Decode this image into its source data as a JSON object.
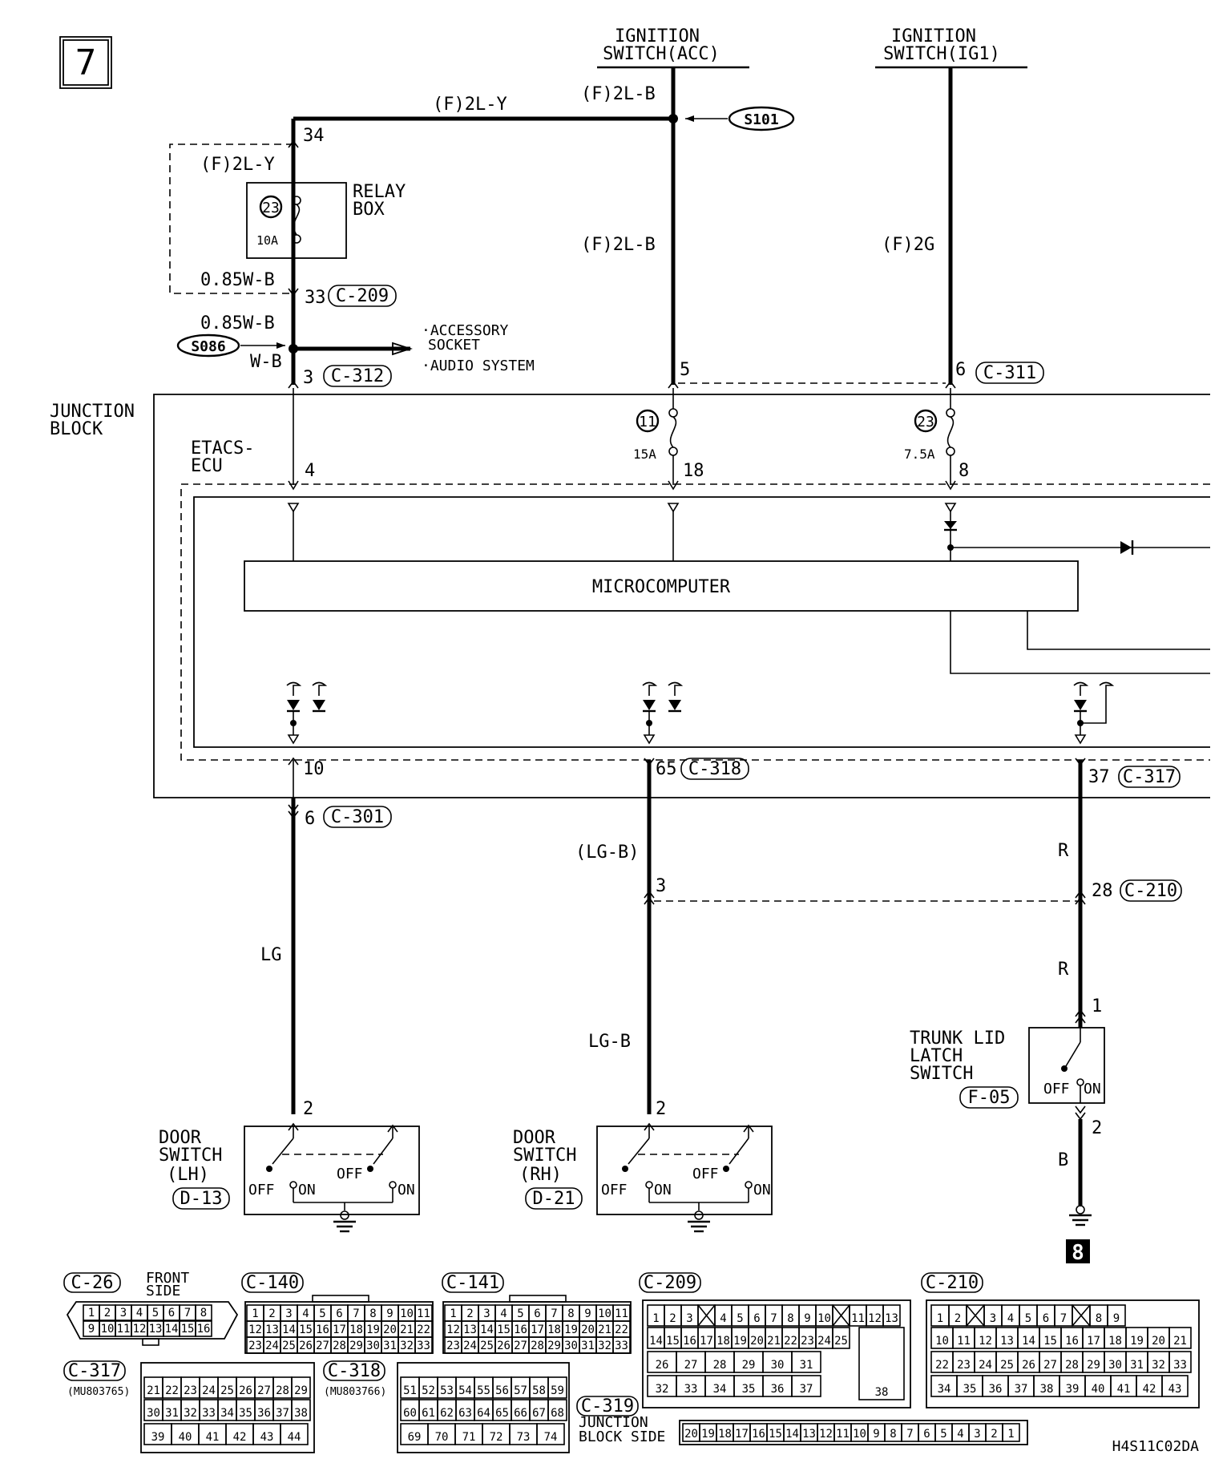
{
  "page_number": "7",
  "continue_marker": "8",
  "diagram_code": "H4S11C02DA",
  "sources": {
    "ign_acc_line1": "IGNITION",
    "ign_acc_line2": "SWITCH(ACC)",
    "ign_ig1_line1": "IGNITION",
    "ign_ig1_line2": "SWITCH(IG1)"
  },
  "wires": {
    "f2ly_top": "(F)2L-Y",
    "f2ly_loop": "(F)2L-Y",
    "f2lb_top": "(F)2L-B",
    "f2lb_mid": "(F)2L-B",
    "f2g": "(F)2G",
    "w085_a": "0.85W-B",
    "w085_b": "0.85W-B",
    "wb": "W-B",
    "lg": "LG",
    "lgb_paren": "(LG-B)",
    "lgb": "LG-B",
    "r1": "R",
    "r2": "R",
    "b": "B"
  },
  "splices": {
    "s101": "S101",
    "s086": "S086"
  },
  "relay_box": {
    "line1": "RELAY",
    "line2": "BOX",
    "fuse_no": "23",
    "rating": "10A"
  },
  "fuses": [
    {
      "no": "11",
      "rating": "15A"
    },
    {
      "no": "23",
      "rating": "7.5A"
    }
  ],
  "accessory": {
    "line1": "·ACCESSORY",
    "line2": "SOCKET",
    "line3": "·AUDIO SYSTEM"
  },
  "junction_block": {
    "line1": "JUNCTION",
    "line2": "BLOCK"
  },
  "etacs": {
    "line1": "ETACS-",
    "line2": "ECU"
  },
  "microcomputer": "MICROCOMPUTER",
  "pins": {
    "p34": "34",
    "p33": "33",
    "p3a": "3",
    "p5": "5",
    "p6a": "6",
    "p4": "4",
    "p18": "18",
    "p8": "8",
    "p10": "10",
    "p65": "65",
    "p37": "37",
    "p6b": "6",
    "p3b": "3",
    "p28": "28",
    "p1": "1",
    "p2a": "2",
    "p2b": "2",
    "p2c": "2"
  },
  "connectors": {
    "c209": "C-209",
    "c312": "C-312",
    "c311": "C-311",
    "c318": "C-318",
    "c317": "C-317",
    "c301": "C-301",
    "c210": "C-210",
    "f05": "F-05",
    "d13": "D-13",
    "d21": "D-21"
  },
  "trunk": {
    "line1": "TRUNK LID",
    "line2": "LATCH",
    "line3": "SWITCH",
    "off": "OFF",
    "on": "ON"
  },
  "door_lh": {
    "line1": "DOOR",
    "line2": "SWITCH",
    "line3": "(LH)",
    "off1": "OFF",
    "on1": "ON",
    "off2": "OFF",
    "on2": "ON"
  },
  "door_rh": {
    "line1": "DOOR",
    "line2": "SWITCH",
    "line3": "(RH)",
    "off1": "OFF",
    "on1": "ON",
    "off2": "OFF",
    "on2": "ON"
  },
  "views": {
    "c26": {
      "name": "C-26",
      "note1": "FRONT",
      "note2": "SIDE",
      "row1": [
        "1",
        "2",
        "3",
        "4",
        "5",
        "6",
        "7",
        "8"
      ],
      "row2": [
        "9",
        "10",
        "11",
        "12",
        "13",
        "14",
        "15",
        "16"
      ]
    },
    "c140": {
      "name": "C-140",
      "row1": [
        "1",
        "2",
        "3",
        "4",
        "5",
        "6",
        "7",
        "8",
        "9",
        "10",
        "11"
      ],
      "row2": [
        "12",
        "13",
        "14",
        "15",
        "16",
        "17",
        "18",
        "19",
        "20",
        "21",
        "22"
      ],
      "row3": [
        "23",
        "24",
        "25",
        "26",
        "27",
        "28",
        "29",
        "30",
        "31",
        "32",
        "33"
      ]
    },
    "c141": {
      "name": "C-141",
      "row1": [
        "1",
        "2",
        "3",
        "4",
        "5",
        "6",
        "7",
        "8",
        "9",
        "10",
        "11"
      ],
      "row2": [
        "12",
        "13",
        "14",
        "15",
        "16",
        "17",
        "18",
        "19",
        "20",
        "21",
        "22"
      ],
      "row3": [
        "23",
        "24",
        "25",
        "26",
        "27",
        "28",
        "29",
        "30",
        "31",
        "32",
        "33"
      ]
    },
    "c209": {
      "name": "C-209",
      "row1": [
        "1",
        "2",
        "3",
        "",
        "4",
        "5",
        "6",
        "7",
        "8",
        "9",
        "10",
        "",
        "11",
        "12",
        "13"
      ],
      "row2": [
        "14",
        "15",
        "16",
        "17",
        "18",
        "19",
        "20",
        "21",
        "22",
        "23",
        "24",
        "25"
      ],
      "row3": [
        "26",
        "27",
        "28",
        "29",
        "30",
        "31"
      ],
      "row4": [
        "32",
        "33",
        "34",
        "35",
        "36",
        "37"
      ],
      "big": "38"
    },
    "c210": {
      "name": "C-210",
      "row1": [
        "1",
        "2",
        "",
        "3",
        "4",
        "5",
        "6",
        "7",
        "",
        "8",
        "9"
      ],
      "row2": [
        "10",
        "11",
        "12",
        "13",
        "14",
        "15",
        "16",
        "17",
        "18",
        "19",
        "20",
        "21"
      ],
      "row3": [
        "22",
        "23",
        "24",
        "25",
        "26",
        "27",
        "28",
        "29",
        "30",
        "31",
        "32",
        "33"
      ],
      "row4": [
        "34",
        "35",
        "36",
        "37",
        "38",
        "39",
        "40",
        "41",
        "42",
        "43"
      ]
    },
    "c317": {
      "name": "C-317",
      "part": "(MU803765)",
      "row1": [
        "21",
        "22",
        "23",
        "24",
        "25",
        "26",
        "27",
        "28",
        "29"
      ],
      "row2": [
        "30",
        "31",
        "32",
        "33",
        "34",
        "35",
        "36",
        "37",
        "38"
      ],
      "row3": [
        "39",
        "40",
        "41",
        "42",
        "43",
        "44"
      ]
    },
    "c318": {
      "name": "C-318",
      "part": "(MU803766)",
      "row1": [
        "51",
        "52",
        "53",
        "54",
        "55",
        "56",
        "57",
        "58",
        "59"
      ],
      "row2": [
        "60",
        "61",
        "62",
        "63",
        "64",
        "65",
        "66",
        "67",
        "68"
      ],
      "row3": [
        "69",
        "70",
        "71",
        "72",
        "73",
        "74"
      ]
    },
    "c319": {
      "name": "C-319",
      "note1": "JUNCTION",
      "note2": "BLOCK SIDE",
      "row1": [
        "20",
        "19",
        "18",
        "17",
        "16",
        "15",
        "14",
        "13",
        "12",
        "11",
        "10",
        "9",
        "8",
        "7",
        "6",
        "5",
        "4",
        "3",
        "2",
        "1"
      ]
    }
  }
}
